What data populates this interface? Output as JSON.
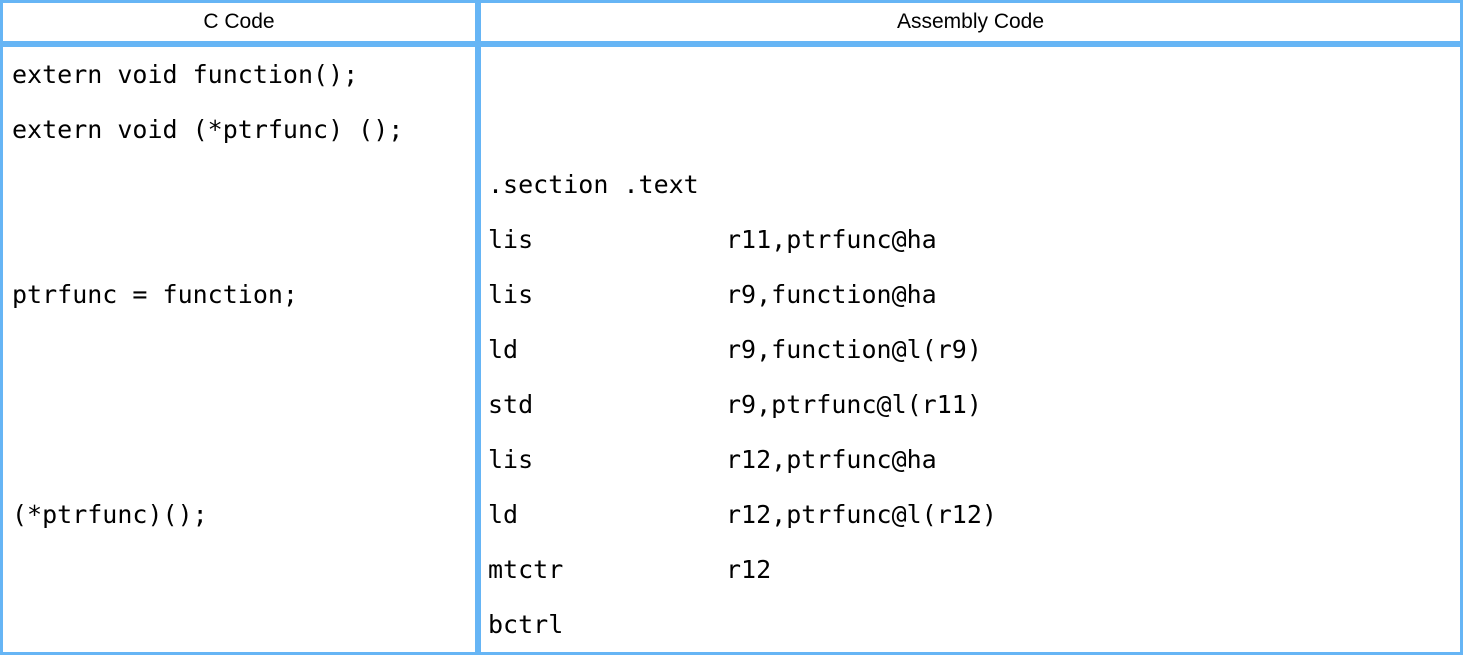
{
  "table": {
    "headers": [
      {
        "label": "C Code"
      },
      {
        "label": "Assembly Code"
      }
    ],
    "border_color": "#66b5f5",
    "text_color": "#000000",
    "background": "#ffffff"
  },
  "c_code": {
    "lines": [
      "extern void function();",
      "extern void (*ptrfunc) ();",
      "",
      "",
      "ptrfunc = function;",
      "",
      "",
      "",
      "(*ptrfunc)();",
      ""
    ]
  },
  "assembly_code": {
    "lines": [
      {
        "mnemonic": "",
        "operands": ""
      },
      {
        "mnemonic": "",
        "operands": ""
      },
      {
        "mnemonic": ".section .text",
        "operands": ""
      },
      {
        "mnemonic": "lis",
        "operands": "r11,ptrfunc@ha"
      },
      {
        "mnemonic": "lis",
        "operands": "r9,function@ha"
      },
      {
        "mnemonic": "ld",
        "operands": "r9,function@l(r9)"
      },
      {
        "mnemonic": "std",
        "operands": "r9,ptrfunc@l(r11)"
      },
      {
        "mnemonic": "lis",
        "operands": "r12,ptrfunc@ha"
      },
      {
        "mnemonic": "ld",
        "operands": "r12,ptrfunc@l(r12)"
      },
      {
        "mnemonic": "mtctr",
        "operands": "r12"
      },
      {
        "mnemonic": "bctrl",
        "operands": ""
      }
    ]
  }
}
